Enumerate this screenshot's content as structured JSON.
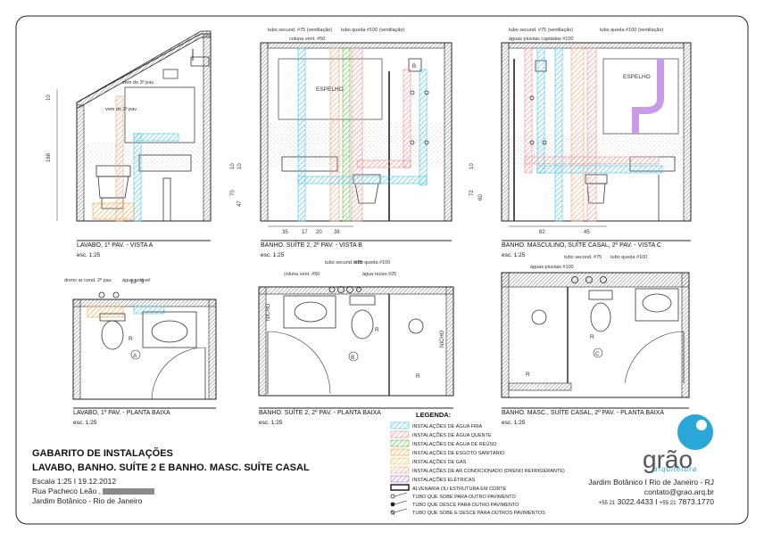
{
  "views": {
    "a_elev": {
      "title": "LAVABO, 1º PAV. - VISTA A",
      "scale": "esc. 1:25",
      "notes": [
        "vem do 3º pav.",
        "vem do 2º pav."
      ],
      "dims": [
        "10",
        "168"
      ]
    },
    "b_elev": {
      "title": "BANHO. SUÍTE 2, 2º PAV. - VISTA B",
      "scale": "esc. 1:25",
      "notes": [
        "tubo secund. #75 (ventilação)",
        "tubo queda #100 (ventilação)",
        "coluna vent. #50",
        "ESPELHO"
      ],
      "dims": [
        "10",
        "10",
        "70",
        "47",
        "35",
        "17",
        "20",
        "38"
      ]
    },
    "c_elev": {
      "title": "BANHO. MASCULINO, SUÍTE CASAL, 2º PAV. - VISTA C",
      "scale": "esc. 1:25",
      "notes": [
        "tubo secund. #75 (ventilação)",
        "tubo queda #100 (ventilação)",
        "águas pluviais captadas #100",
        "ESPELHO"
      ],
      "dims": [
        "10",
        "72",
        "60",
        "82",
        "45"
      ]
    },
    "a_plan": {
      "title": "LAVABO, 1º PAV. - PLANTA BAIXA",
      "scale": "esc. 1:25",
      "notes": [
        "dreno ar cond. 2º pav.",
        "água potável"
      ],
      "dims": [
        "10",
        "5"
      ],
      "marks": [
        "R",
        "A"
      ]
    },
    "b_plan": {
      "title": "BANHO. SUÍTE 2, 2º PAV. - PLANTA BAIXA",
      "scale": "esc. 1:25",
      "notes": [
        "tubo secund. #75",
        "tubo queda #100",
        "coluna vent. #50",
        "água reúso #25",
        "NICHO",
        "NICHO"
      ],
      "marks": [
        "R",
        "B",
        "R"
      ]
    },
    "c_plan": {
      "title": "BANHO. MASC., SUÍTE CASAL, 2º PAV. - PLANTA BAIXA",
      "scale": "esc. 1:25",
      "notes": [
        "tubo secund. #75",
        "tubo queda #100",
        "águas pluviais #100",
        "NICHO"
      ],
      "marks": [
        "R",
        "R",
        "C"
      ]
    }
  },
  "legend": {
    "title": "LEGENDA:",
    "items": [
      {
        "label": "INSTALAÇÕES DE ÁGUA FRIA",
        "color": "#3cc4e8"
      },
      {
        "label": "INSTALAÇÕES DE ÁGUA QUENTE",
        "color": "#f08a8a"
      },
      {
        "label": "INSTALAÇÕES DE ÁGUA DE REÚSO",
        "color": "#5bbf3a"
      },
      {
        "label": "INSTALAÇÕES DE ESGOTO SANITÁRIO",
        "color": "#f0a040"
      },
      {
        "label": "INSTALAÇÕES DE GÁS",
        "color": "#f5c040"
      },
      {
        "label": "INSTALAÇÕES DE AR CONDICIONADO (DRENO REFRIGERANTE)",
        "color": "#f0a070"
      },
      {
        "label": "INSTALAÇÕES ELÉTRICAS",
        "color": "#b070d8"
      }
    ],
    "symbols": [
      "ALVENARIA OU ESTRUTURA EM CORTE",
      "TUBO QUE SOBE PARA OUTRO PAVIMENTO",
      "TUBO QUE DESCE PARA OUTRO PAVIMENTO",
      "TUBO QUE SOBE E DESCE PARA OUTROS PAVIMENTOS"
    ]
  },
  "title_block": {
    "line1": "GABARITO DE INSTALAÇÕES",
    "line2": "LAVABO, BANHO. SUÍTE 2 E BANHO. MASC. SUÍTE CASAL",
    "line3": "Escala 1:25 I 19.12.2012",
    "line4": "Rua Pacheco Leão ,",
    "line5": "Jardim Botânico - Rio de Janeiro"
  },
  "brand": {
    "name": "grão",
    "sub": "arquitetura",
    "address": "Jardim Botânico I Rio de Janeiro - RJ",
    "email": "contato@grao.arq.br",
    "phone_prefix": "+55 21",
    "phone1": "3022.4433",
    "phone2": "7873.1770",
    "accent": "#2aa6d8"
  }
}
